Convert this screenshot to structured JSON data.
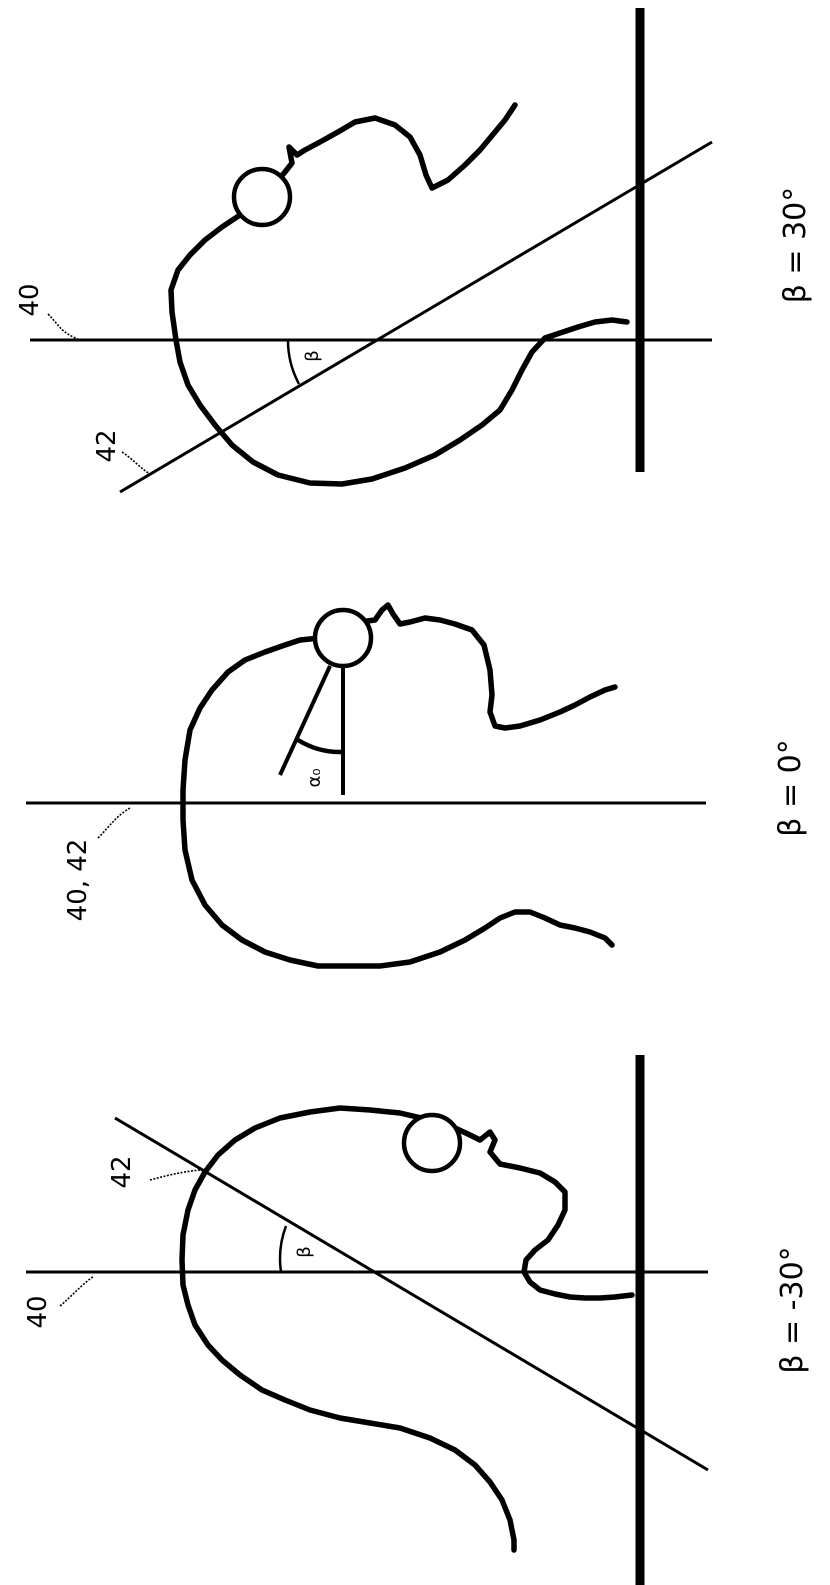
{
  "panels": [
    {
      "caption": "β = 30°",
      "ref_vertical": "40",
      "ref_tilted": "42",
      "angle_symbol": "β"
    },
    {
      "caption": "β = 0°",
      "ref_combined": "40, 42",
      "angle_symbol": "α₀"
    },
    {
      "caption": "β = -30°",
      "ref_vertical": "40",
      "ref_tilted": "42",
      "angle_symbol": "β"
    }
  ]
}
